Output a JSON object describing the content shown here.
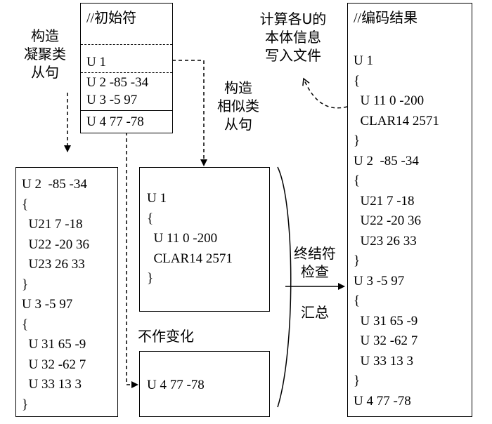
{
  "init_box": {
    "title": "//初始符",
    "rows": [
      "U 1",
      "U 2 -85 -34",
      "U 3 -5 97",
      "U 4 77 -78"
    ]
  },
  "captions": {
    "aggregate": [
      "构造",
      "凝聚类",
      "从句"
    ],
    "similar": [
      "构造",
      "相似类",
      "从句"
    ],
    "write_info": [
      "计算各U的",
      "本体信息",
      "写入文件"
    ],
    "end_check": [
      "终结符",
      "检查"
    ],
    "summary": "汇总",
    "no_change": "不作变化"
  },
  "aggregate_box": {
    "lines": [
      "U 2  -85 -34",
      "{",
      "  U21 7 -18",
      "  U22 -20 36",
      "  U23 26 33",
      "}",
      "U 3 -5 97",
      "{",
      "  U 31 65 -9",
      "  U 32 -62 7",
      "  U 33 13 3",
      "}"
    ]
  },
  "similar_box": {
    "lines": [
      "U 1",
      "{",
      "  U 11 0 -200",
      "  CLAR14 2571",
      "}"
    ]
  },
  "nochange_box": {
    "text": "U 4 77 -78"
  },
  "result_box": {
    "title": "//编码结果",
    "lines": [
      "U 1",
      "{",
      "  U 11 0 -200",
      "  CLAR14 2571",
      "}",
      "U 2  -85 -34",
      "{",
      "  U21 7 -18",
      "  U22 -20 36",
      "  U23 26 33",
      "}",
      "U 3 -5 97",
      "{",
      "  U 31 65 -9",
      "  U 32 -62 7",
      "  U 33 13 3",
      "}",
      "U 4 77 -78"
    ]
  }
}
